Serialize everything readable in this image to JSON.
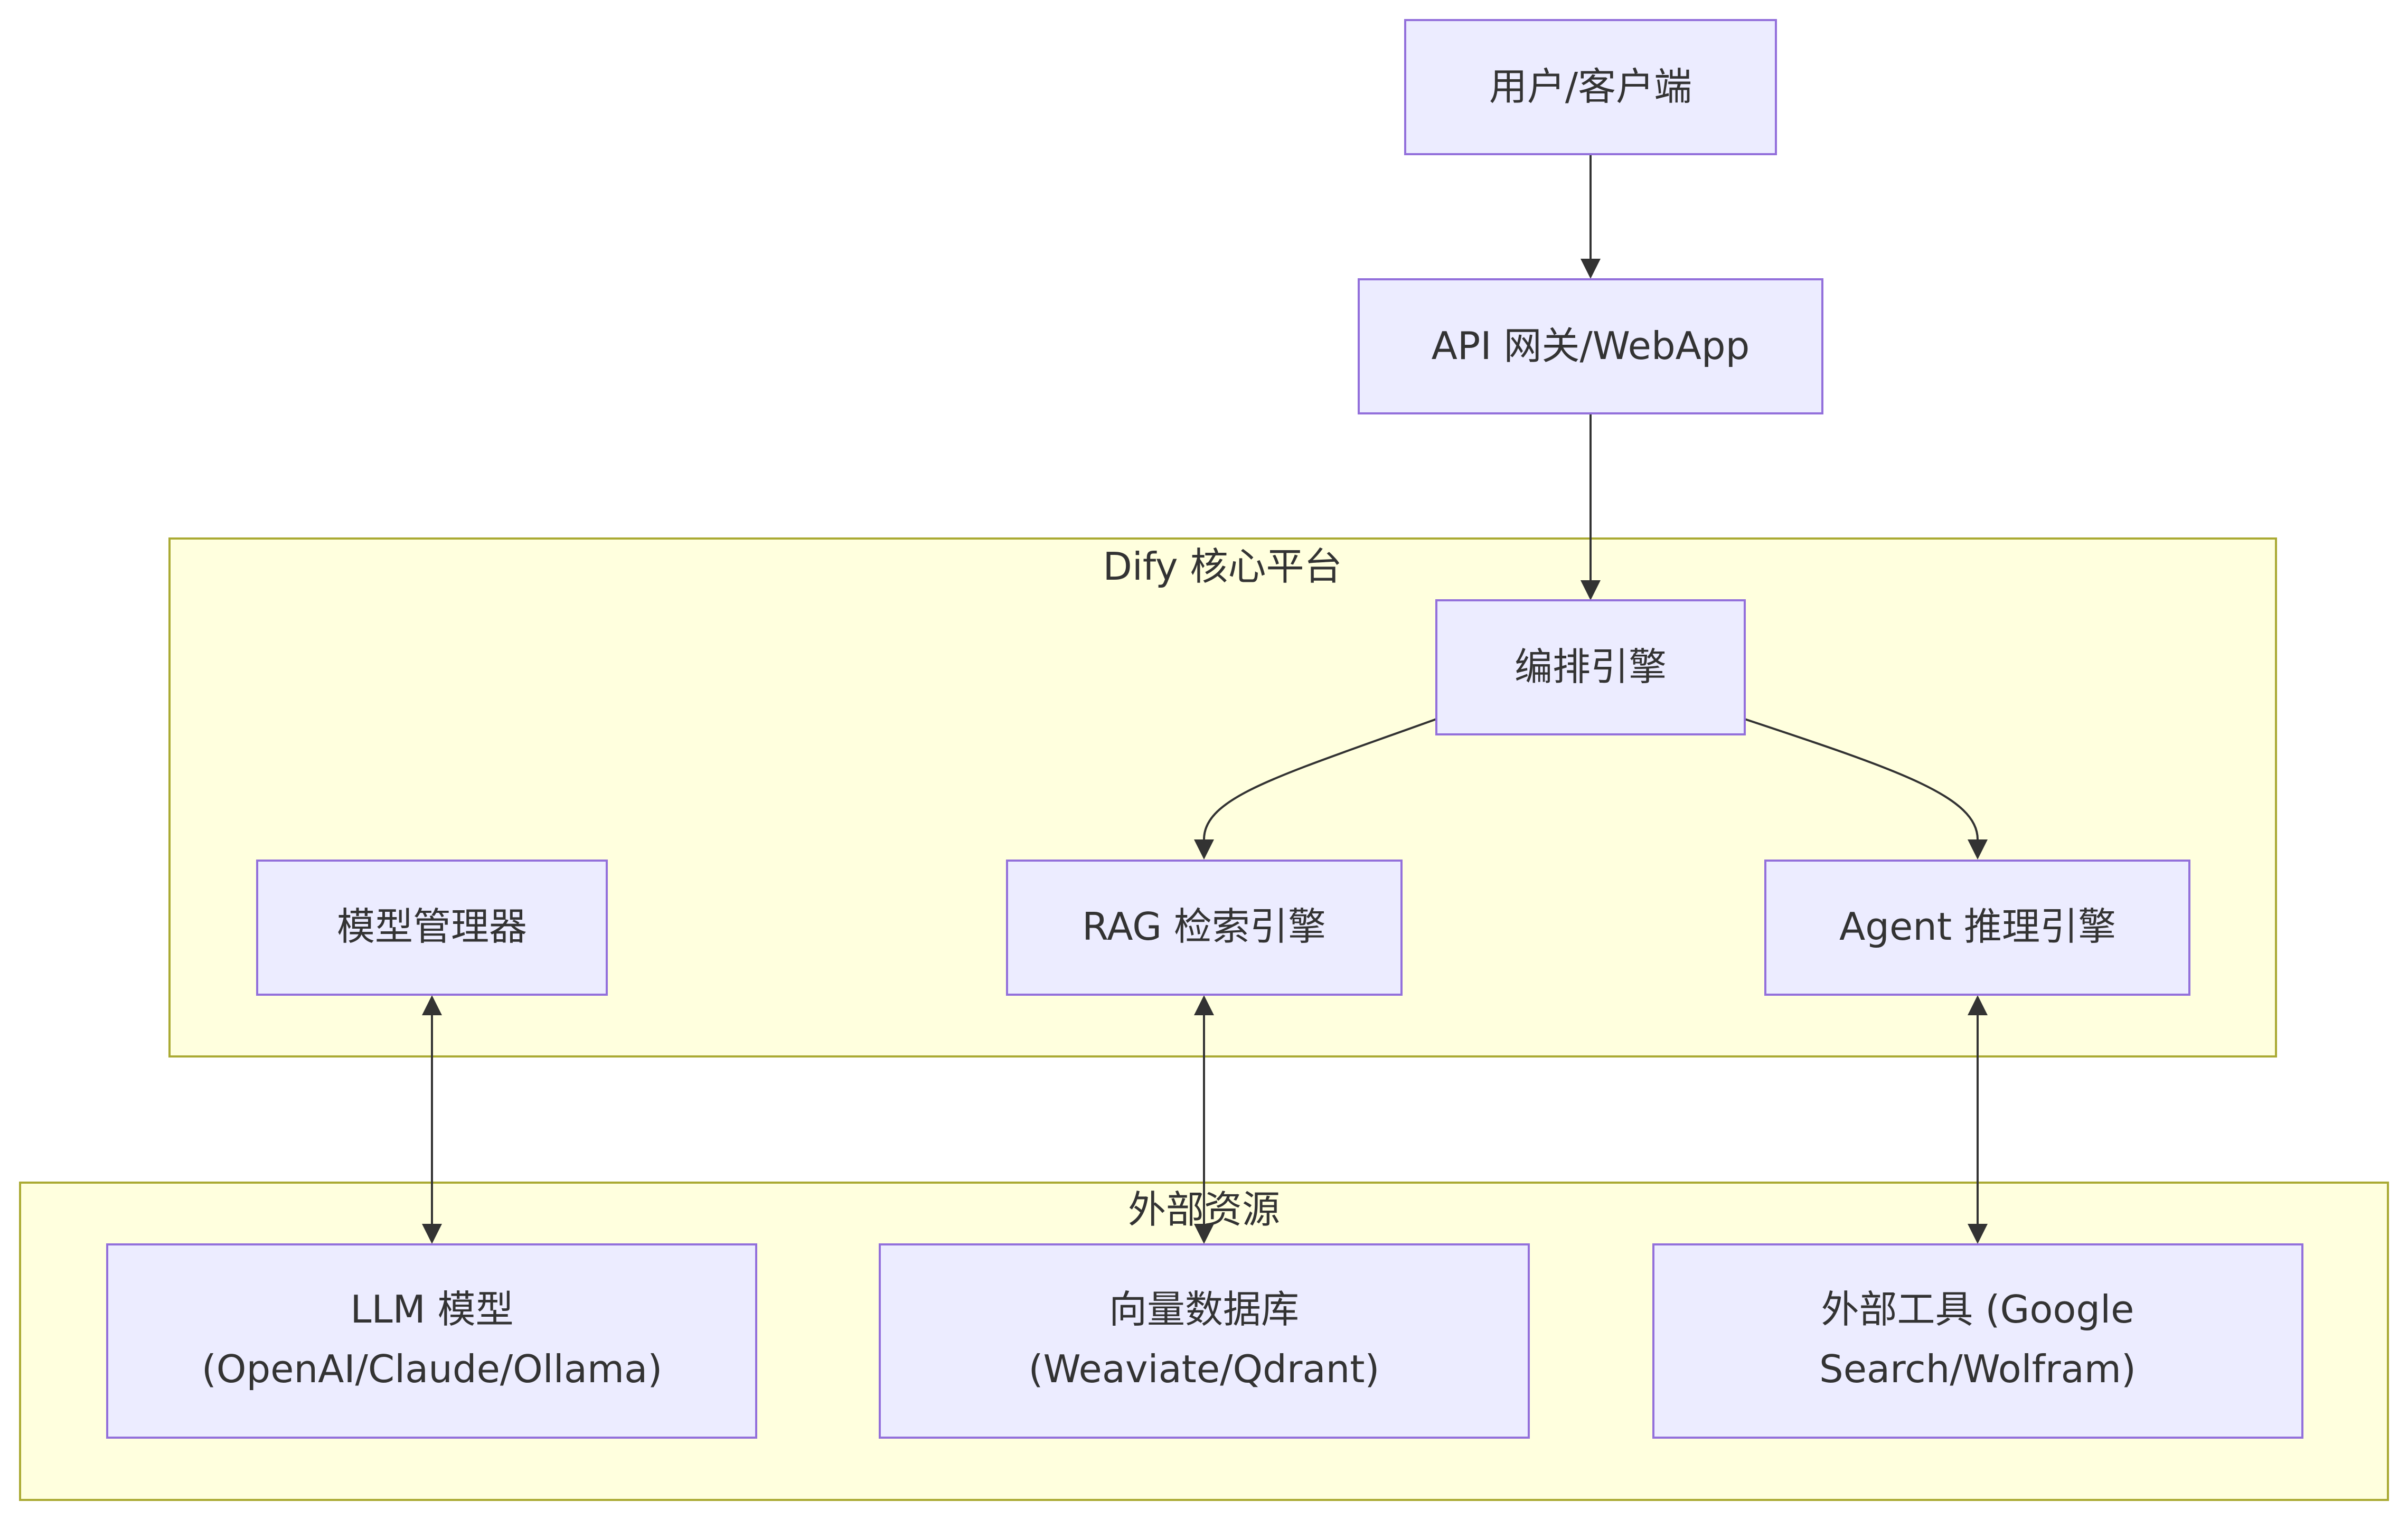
{
  "diagram": {
    "clusters": {
      "core": {
        "label": "Dify 核心平台"
      },
      "external": {
        "label": "外部资源"
      }
    },
    "nodes": {
      "user": {
        "lines": [
          "用户/客户端"
        ]
      },
      "api": {
        "lines": [
          "API 网关/WebApp"
        ]
      },
      "orchestrator": {
        "lines": [
          "编排引擎"
        ]
      },
      "model_manager": {
        "lines": [
          "模型管理器"
        ]
      },
      "rag": {
        "lines": [
          "RAG 检索引擎"
        ]
      },
      "agent": {
        "lines": [
          "Agent 推理引擎"
        ]
      },
      "llm": {
        "lines": [
          "LLM 模型",
          "(OpenAI/Claude/Ollama)"
        ]
      },
      "vectordb": {
        "lines": [
          "向量数据库",
          "(Weaviate/Qdrant)"
        ]
      },
      "tools": {
        "lines": [
          "外部工具 (Google",
          "Search/Wolfram)"
        ]
      }
    },
    "edges": [
      {
        "from": "user",
        "to": "api",
        "direction": "forward"
      },
      {
        "from": "api",
        "to": "orchestrator",
        "direction": "forward"
      },
      {
        "from": "orchestrator",
        "to": "rag",
        "direction": "forward"
      },
      {
        "from": "orchestrator",
        "to": "agent",
        "direction": "forward"
      },
      {
        "from": "model_manager",
        "to": "llm",
        "direction": "both"
      },
      {
        "from": "rag",
        "to": "vectordb",
        "direction": "both"
      },
      {
        "from": "agent",
        "to": "tools",
        "direction": "both"
      }
    ],
    "colors": {
      "node_fill": "#ececff",
      "node_stroke": "#9370db",
      "cluster_fill": "#ffffde",
      "cluster_stroke": "#aaaa33",
      "edge": "#333333",
      "text": "#333333"
    }
  }
}
